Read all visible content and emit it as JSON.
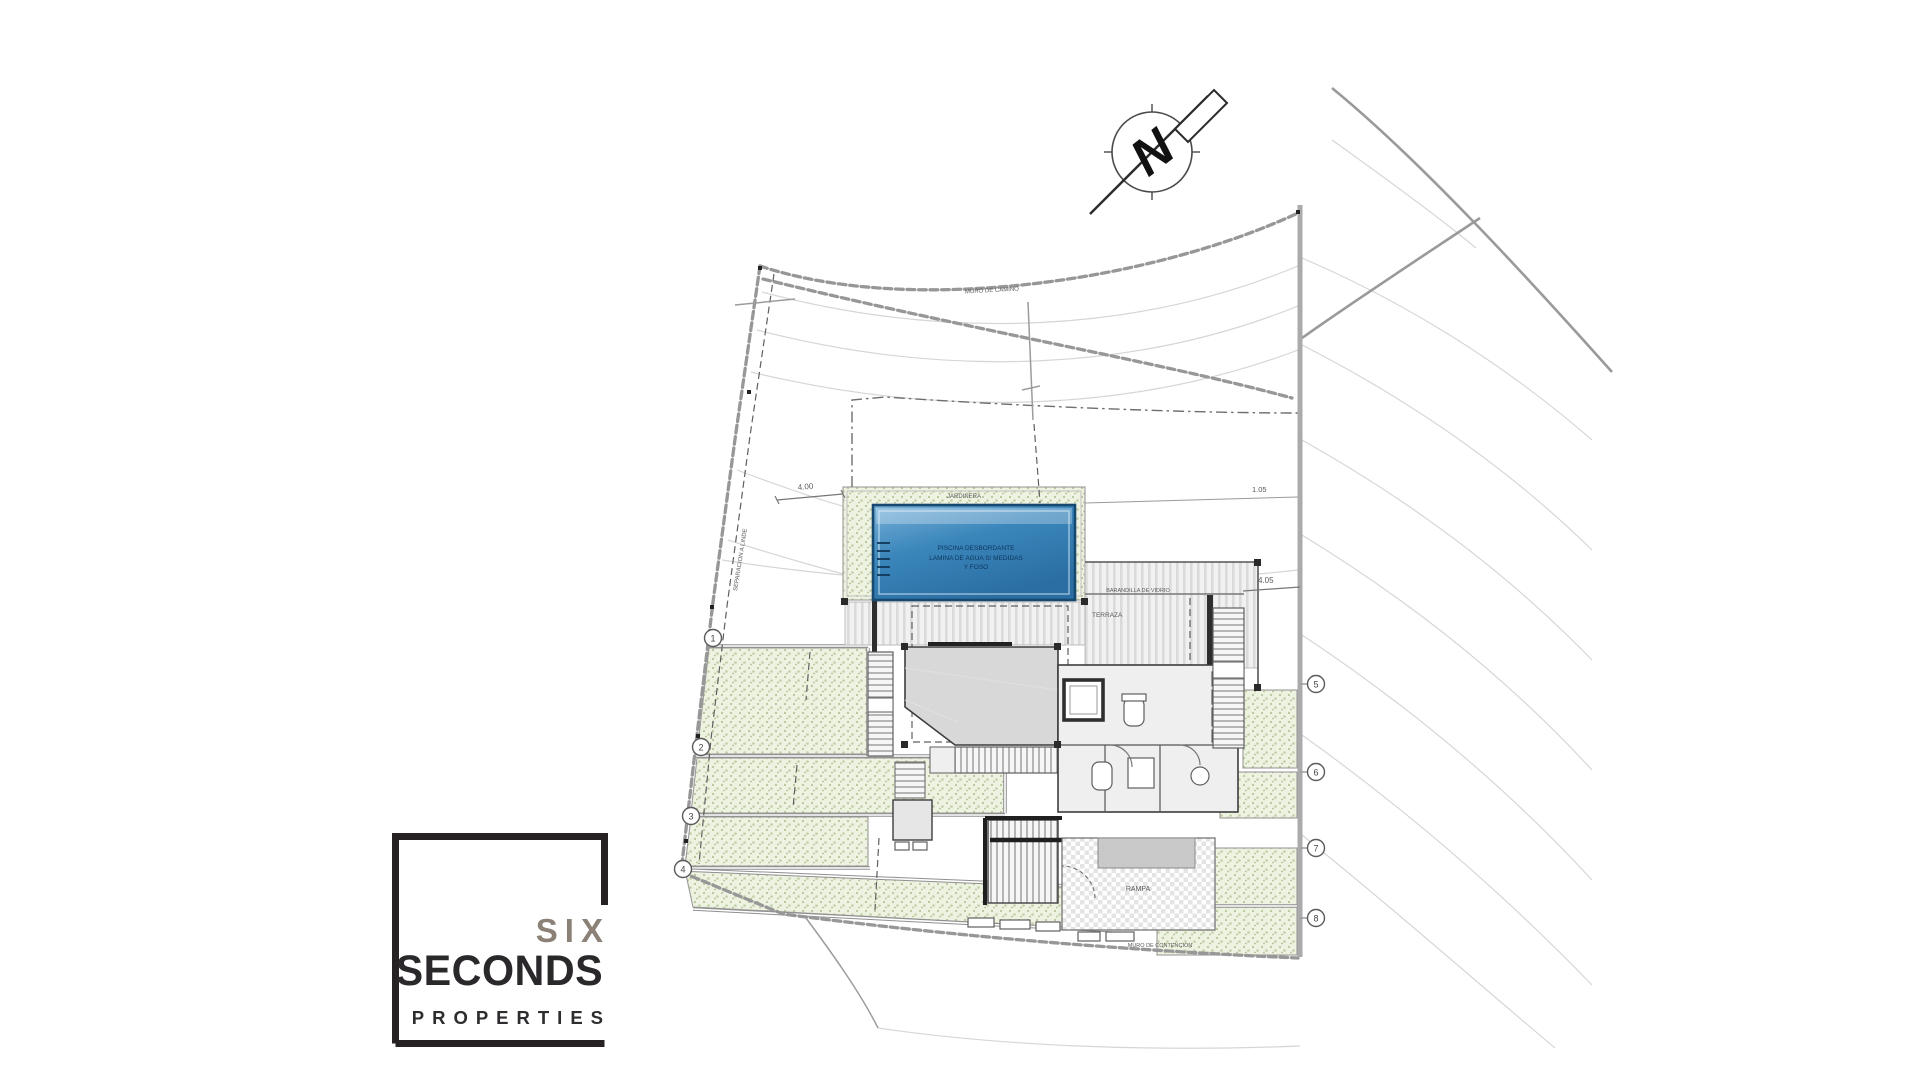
{
  "logo": {
    "line1": "SIX",
    "line2": "SECONDS",
    "line3": "PROPERTIES",
    "frame_color": "#262223",
    "six_color": "#8b8176",
    "dark_color": "#2a282b"
  },
  "plan": {
    "labels": {
      "north_letter": "N",
      "wall_top": "MURO DE CAMINO",
      "planter": "JARDINERA",
      "pool_l1": "PISCINA DESBORDANTE",
      "pool_l2": "LAMINA DE AGUA S/ MEDIDAS",
      "pool_l3": "Y FOSO",
      "terrace": "TERRAZA",
      "railing": "BARANDILLA DE VIDRIO",
      "ramp": "RAMPA",
      "retaining_wall": "MURO DE CONTENCION",
      "setback": "SEPARACION A LINDE",
      "dim_400": "4.00",
      "dim_405": "4.05",
      "dim_105": "1.05"
    },
    "markers_left": [
      "1",
      "2",
      "3",
      "4"
    ],
    "markers_right": [
      "5",
      "6",
      "7",
      "8"
    ],
    "colors": {
      "pool_light": "#79b1d8",
      "pool_mid": "#3a86bb",
      "pool_dark": "#2a6ea3",
      "pool_border": "#17486f",
      "green_base": "#eef2e1",
      "green_dot": "#b7c59b",
      "house_fill": "#d8d8d8",
      "line_gray": "#9a9a9a"
    }
  }
}
